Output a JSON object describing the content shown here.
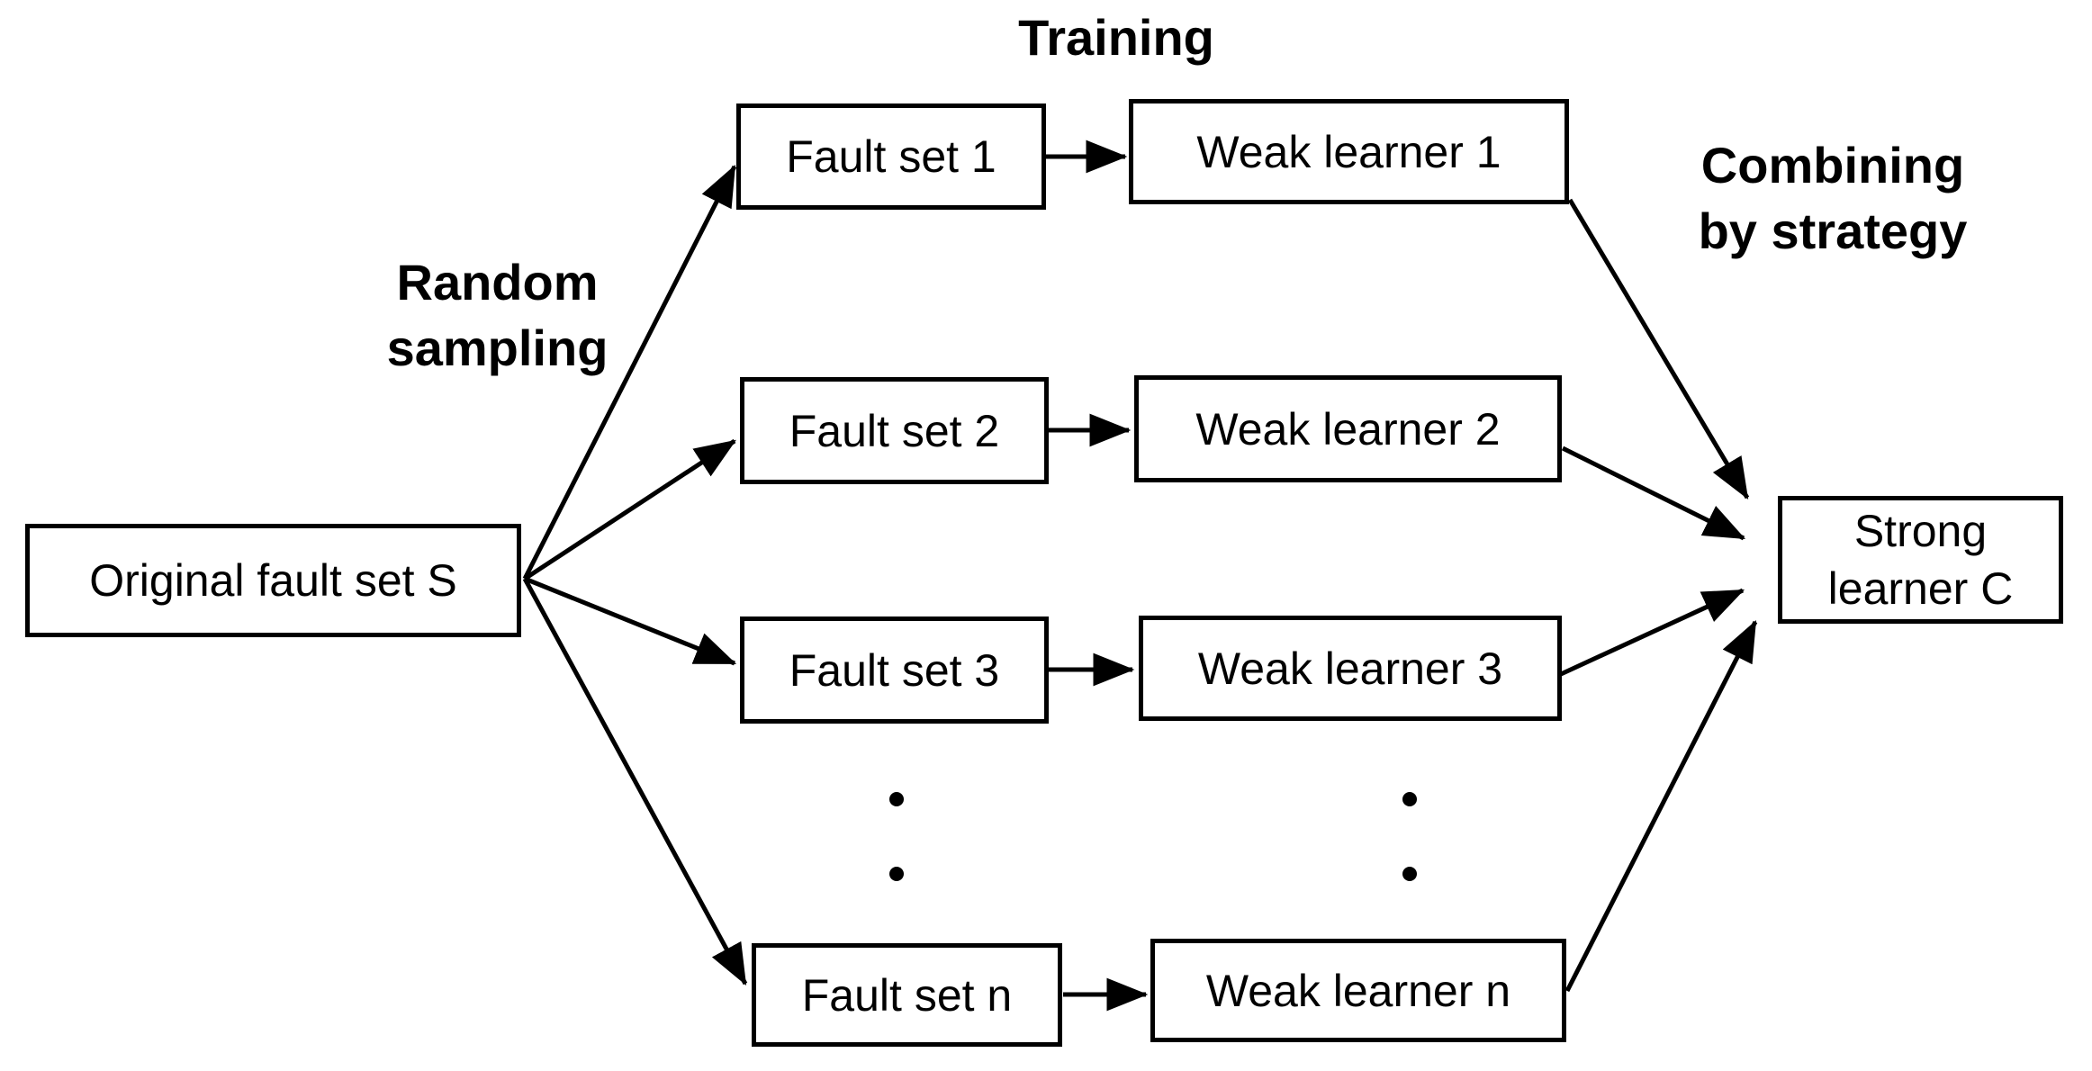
{
  "diagram": {
    "background_color": "#ffffff",
    "line_color": "#000000",
    "labels": {
      "training": "Training",
      "random_sampling": "Random sampling",
      "combining": "Combining by strategy"
    },
    "nodes": {
      "source": "Original fault set S",
      "fault_sets": [
        "Fault set 1",
        "Fault set 2",
        "Fault set 3",
        "Fault set n"
      ],
      "weak_learners": [
        "Weak learner 1",
        "Weak learner 2",
        "Weak learner 3",
        "Weak learner n"
      ],
      "output": "Strong learner C"
    }
  }
}
